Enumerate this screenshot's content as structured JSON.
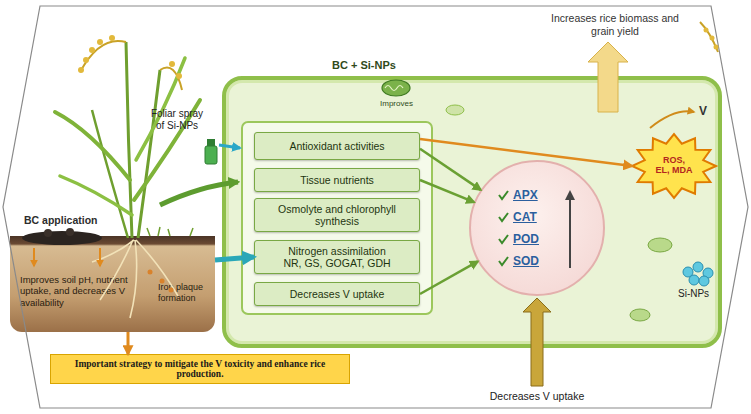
{
  "diagram": {
    "nodes": [
      {
        "text": [
          "BC + Si-NPs"
        ]
      },
      {
        "text": [
          "Antioxidant activities"
        ],
        "in": 0
      },
      {
        "text": [
          "Tissue nutrients"
        ],
        "in": 0
      },
      {
        "text": [
          "Osmolyte and chlorophyll synthesis"
        ],
        "in": 0
      },
      {
        "text": [
          "Nitrogen assimilation",
          "NR, GS, GOGAT, GDH"
        ],
        "in": 0
      },
      {
        "text": [
          "Decreases V uptake"
        ],
        "in": 0
      },
      {
        "text": [
          "APX",
          "CAT",
          "POD",
          "SOD"
        ],
        "in": 0
      },
      {
        "text": [
          "ROS, EL, MDA"
        ],
        "in": 0
      },
      {
        "text": [
          "BC application",
          "Improves soil pH, nutrient uptake, and decreases V availability",
          "Iron plaque formation"
        ]
      },
      {
        "text": [
          "Important strategy to mitigate the V toxicity and enhance rice production."
        ]
      }
    ],
    "edges": [
      {
        "from": 8,
        "to": 9,
        "arrow": "to"
      },
      {
        "from": 8,
        "to": 4,
        "arrow": "to"
      },
      {
        "from": 1,
        "to": 6,
        "arrow": "to"
      },
      {
        "from": 2,
        "to": 6,
        "arrow": "to"
      },
      {
        "from": 5,
        "to": 6,
        "arrow": "to"
      },
      {
        "from": 1,
        "to": 7,
        "arrow": "to"
      }
    ],
    "labels": [
      "Increases rice biomass and grain yield",
      "Foliar spray of Si-NPs",
      "Improves",
      "V",
      "Si-NPs",
      "Decreases V uptake"
    ]
  }
}
